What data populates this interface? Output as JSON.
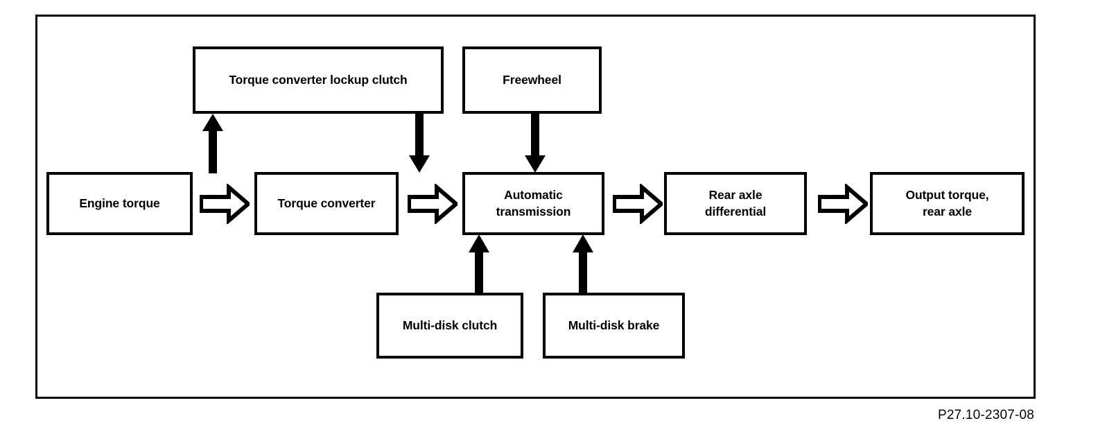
{
  "diagram": {
    "type": "block-flow",
    "caption": "P27.10-2307-08",
    "nodes": {
      "torque_converter_lockup_clutch": "Torque converter lockup clutch",
      "freewheel": "Freewheel",
      "engine_torque": "Engine torque",
      "torque_converter": "Torque converter",
      "automatic_transmission": "Automatic\ntransmission",
      "rear_axle_differential": "Rear axle\ndifferential",
      "output_torque_rear_axle": "Output torque,\nrear axle",
      "multi_disk_clutch": "Multi-disk clutch",
      "multi_disk_brake": "Multi-disk brake"
    },
    "connectors": {
      "engine_to_converter": "block-arrow-right-icon",
      "converter_to_transmission": "block-arrow-right-icon",
      "transmission_to_rear_axle": "block-arrow-right-icon",
      "rear_axle_to_output": "block-arrow-right-icon",
      "converter_to_lockup_clutch": "arrow-up-icon",
      "lockup_clutch_to_transmission": "arrow-down-icon",
      "freewheel_to_transmission": "arrow-down-icon",
      "multi_disk_clutch_to_transmission": "arrow-up-icon",
      "multi_disk_brake_to_transmission": "arrow-up-icon"
    },
    "colors": {
      "line": "#000000",
      "fill": "#ffffff",
      "text": "#000000"
    }
  }
}
